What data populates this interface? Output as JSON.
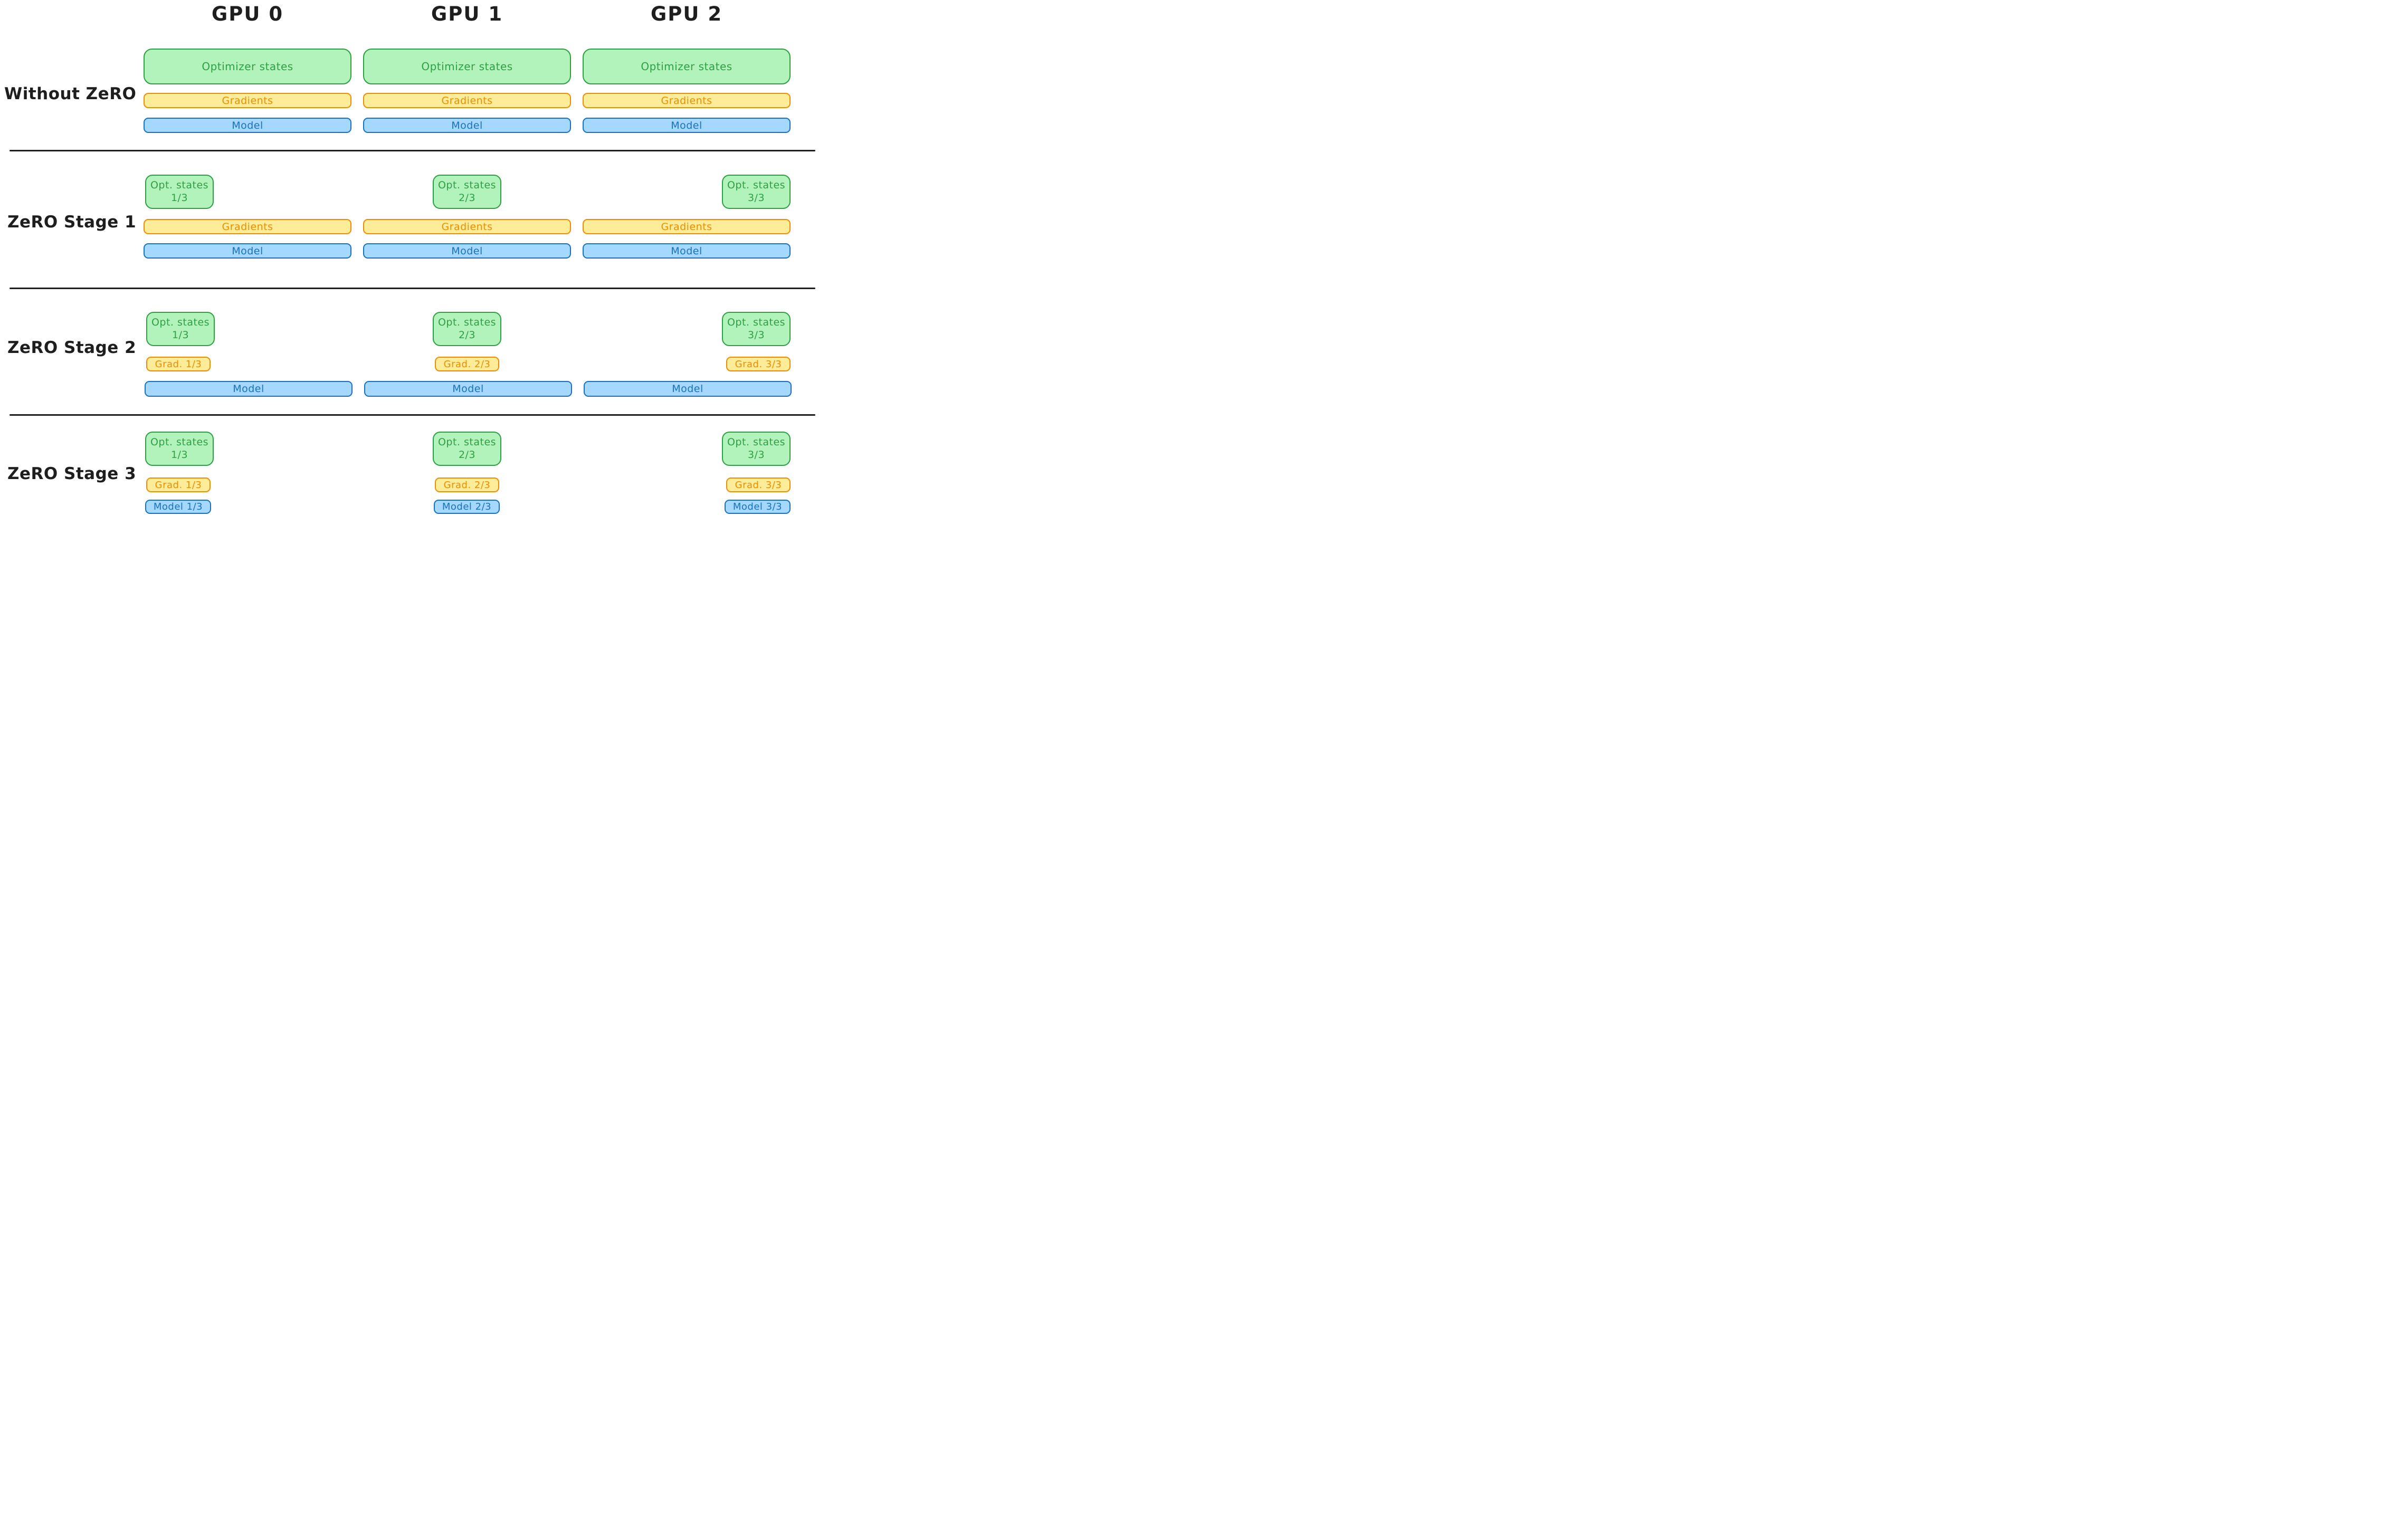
{
  "gpu_headers": [
    "GPU 0",
    "GPU 1",
    "GPU 2"
  ],
  "colors": {
    "ink": "#1e1e1e",
    "optimizer_fill": "#b2f2bb",
    "optimizer_stroke": "#2f9e44",
    "gradients_fill": "#ffec99",
    "gradients_stroke": "#f08c00",
    "model_fill": "#a5d8ff",
    "model_stroke": "#1971c2"
  },
  "rows": [
    {
      "label": "Without ZeRO",
      "cells": [
        {
          "optimizer": "Optimizer states",
          "gradients": "Gradients",
          "model": "Model"
        },
        {
          "optimizer": "Optimizer states",
          "gradients": "Gradients",
          "model": "Model"
        },
        {
          "optimizer": "Optimizer states",
          "gradients": "Gradients",
          "model": "Model"
        }
      ]
    },
    {
      "label": "ZeRO Stage 1",
      "cells": [
        {
          "optimizer": "Opt. states\n1/3",
          "gradients": "Gradients",
          "model": "Model"
        },
        {
          "optimizer": "Opt. states\n2/3",
          "gradients": "Gradients",
          "model": "Model"
        },
        {
          "optimizer": "Opt. states\n3/3",
          "gradients": "Gradients",
          "model": "Model"
        }
      ]
    },
    {
      "label": "ZeRO Stage 2",
      "cells": [
        {
          "optimizer": "Opt. states\n1/3",
          "gradients": "Grad. 1/3",
          "model": "Model"
        },
        {
          "optimizer": "Opt. states\n2/3",
          "gradients": "Grad. 2/3",
          "model": "Model"
        },
        {
          "optimizer": "Opt. states\n3/3",
          "gradients": "Grad. 3/3",
          "model": "Model"
        }
      ]
    },
    {
      "label": "ZeRO Stage 3",
      "cells": [
        {
          "optimizer": "Opt. states\n1/3",
          "gradients": "Grad. 1/3",
          "model": "Model 1/3"
        },
        {
          "optimizer": "Opt. states\n2/3",
          "gradients": "Grad. 2/3",
          "model": "Model 2/3"
        },
        {
          "optimizer": "Opt. states\n3/3",
          "gradients": "Grad. 3/3",
          "model": "Model 3/3"
        }
      ]
    }
  ]
}
